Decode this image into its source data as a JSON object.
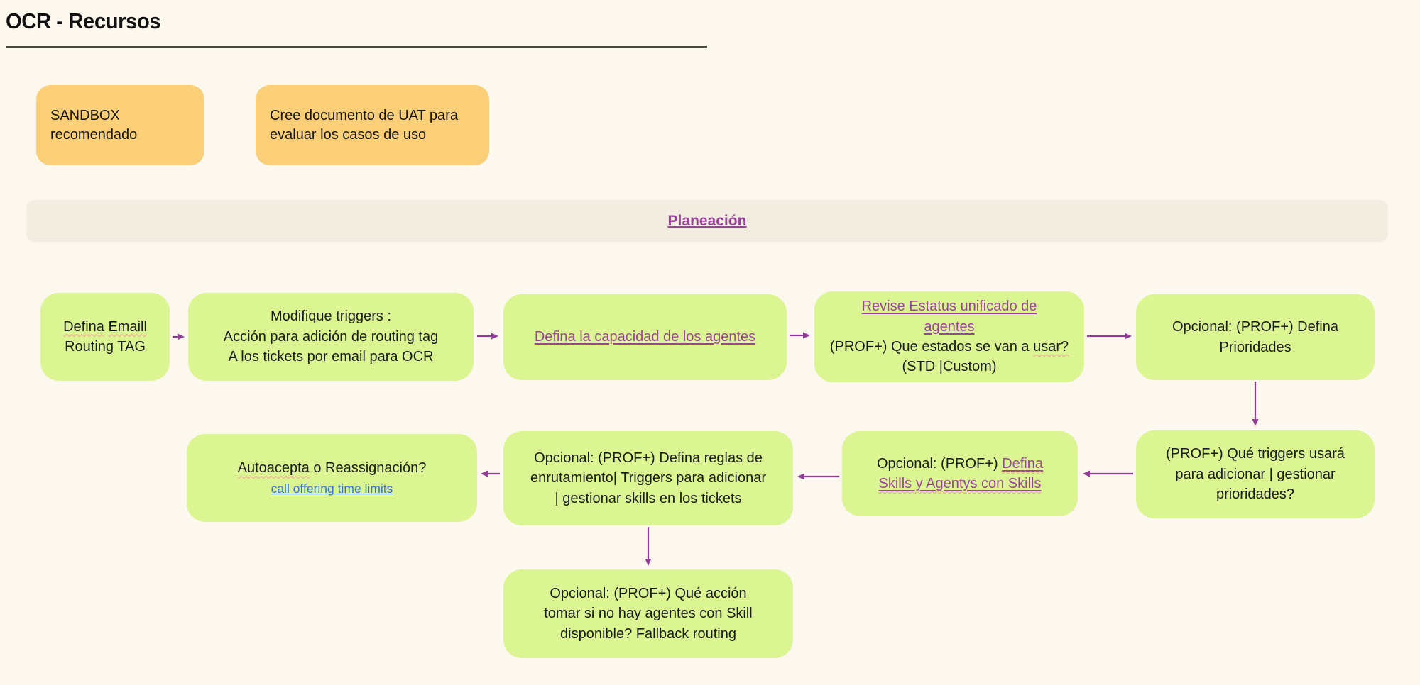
{
  "title": "OCR - Recursos",
  "notes": {
    "sandbox": "SANDBOX recomendado",
    "uat": "Cree documento de  UAT para evaluar los casos de uso"
  },
  "section": {
    "label": "Planeación"
  },
  "flow": {
    "box_a": {
      "w1": "Defina",
      "w2": "Emaill",
      "rest": "Routing TAG"
    },
    "box_b": {
      "l1": "Modifique triggers :",
      "l2": "Acción para adición de  routing tag",
      "l3": "A los tickets por email para OCR"
    },
    "box_c": {
      "link": "Defina la capacidad de los agentes"
    },
    "box_d": {
      "link": "Revise Estatus unificado de agentes",
      "t1": "(PROF+) Que estados se van a ",
      "w": "usar?",
      "t2": " (STD |Custom)"
    },
    "box_e": {
      "text": "Opcional: (PROF+) Defina Prioridades"
    },
    "box_f": {
      "text": "(PROF+) Qué triggers usará para adicionar | gestionar prioridades?"
    },
    "box_g": {
      "t1": "Opcional: (PROF+) ",
      "link": "Defina Skills y Agentys con Skills"
    },
    "box_h": {
      "text": "Opcional: (PROF+) Defina reglas de enrutamiento| Triggers para adicionar  |  gestionar skills en los tickets"
    },
    "box_i": {
      "w": "Autoacepta",
      "t1": " o Reassignación?",
      "link": "call offering time limits"
    },
    "box_j": {
      "text": "Opcional: (PROF+) Qué acción tomar si no hay agentes con Skill disponible? Fallback routing"
    }
  },
  "colors": {
    "background": "#FDF8EE",
    "note_orange": "#FBCF77",
    "node_green": "#DCF593",
    "section_beige": "#F2ECE1",
    "accent_purple": "#9A4499",
    "arrow_purple": "#8F3E96",
    "link_blue": "#2E75D4"
  }
}
